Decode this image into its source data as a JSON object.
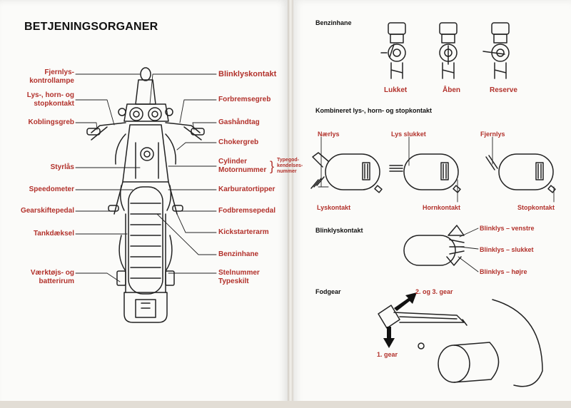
{
  "left": {
    "title": "BETJENINGSORGANER",
    "labels_left": {
      "fjernlys": "Fjernlys-\nkontrollampe",
      "lyshorn": "Lys-, horn- og\nstopkontakt",
      "kobling": "Koblingsgreb",
      "styrlas": "Styrlås",
      "speedometer": "Speedometer",
      "gearskifte": "Gearskiftepedal",
      "tankdaeksel": "Tankdæksel",
      "vaerktoj": "Værktøjs- og\nbatterirum"
    },
    "labels_right": {
      "blinklys": "Blinklyskontakt",
      "forbremse": "Forbremsegreb",
      "gas": "Gashåndtag",
      "choker": "Chokergreb",
      "cylinder": "Cylinder\nMotornummer",
      "kendelse": "Typegod-\nkendelses-\nnummer",
      "karburator": "Karburatortipper",
      "fodbremse": "Fodbremsepedal",
      "kickstarter": "Kickstarterarm",
      "benzinhane": "Benzinhane",
      "stelnummer": "Stelnummer\nTypeskilt"
    }
  },
  "right": {
    "benzinhane": {
      "title": "Benzinhane",
      "lukket": "Lukket",
      "aben": "Åben",
      "reserve": "Reserve"
    },
    "kombi": {
      "title": "Kombineret lys-, horn- og stopkontakt",
      "naerlys": "Nærlys",
      "lysslukket": "Lys slukket",
      "fjernlys": "Fjernlys",
      "lyskontakt": "Lyskontakt",
      "hornkontakt": "Hornkontakt",
      "stopkontakt": "Stopkontakt"
    },
    "blink": {
      "title": "Blinklyskontakt",
      "venstre": "Blinklys – venstre",
      "slukket": "Blinklys – slukket",
      "hojre": "Blinklys – højre"
    },
    "fodgear": {
      "title": "Fodgear",
      "gear23": "2. og 3. gear",
      "gear1": "1. gear"
    }
  },
  "colors": {
    "label_red": "#b2312b",
    "ink": "#111111",
    "paper": "#fbfbf9"
  }
}
